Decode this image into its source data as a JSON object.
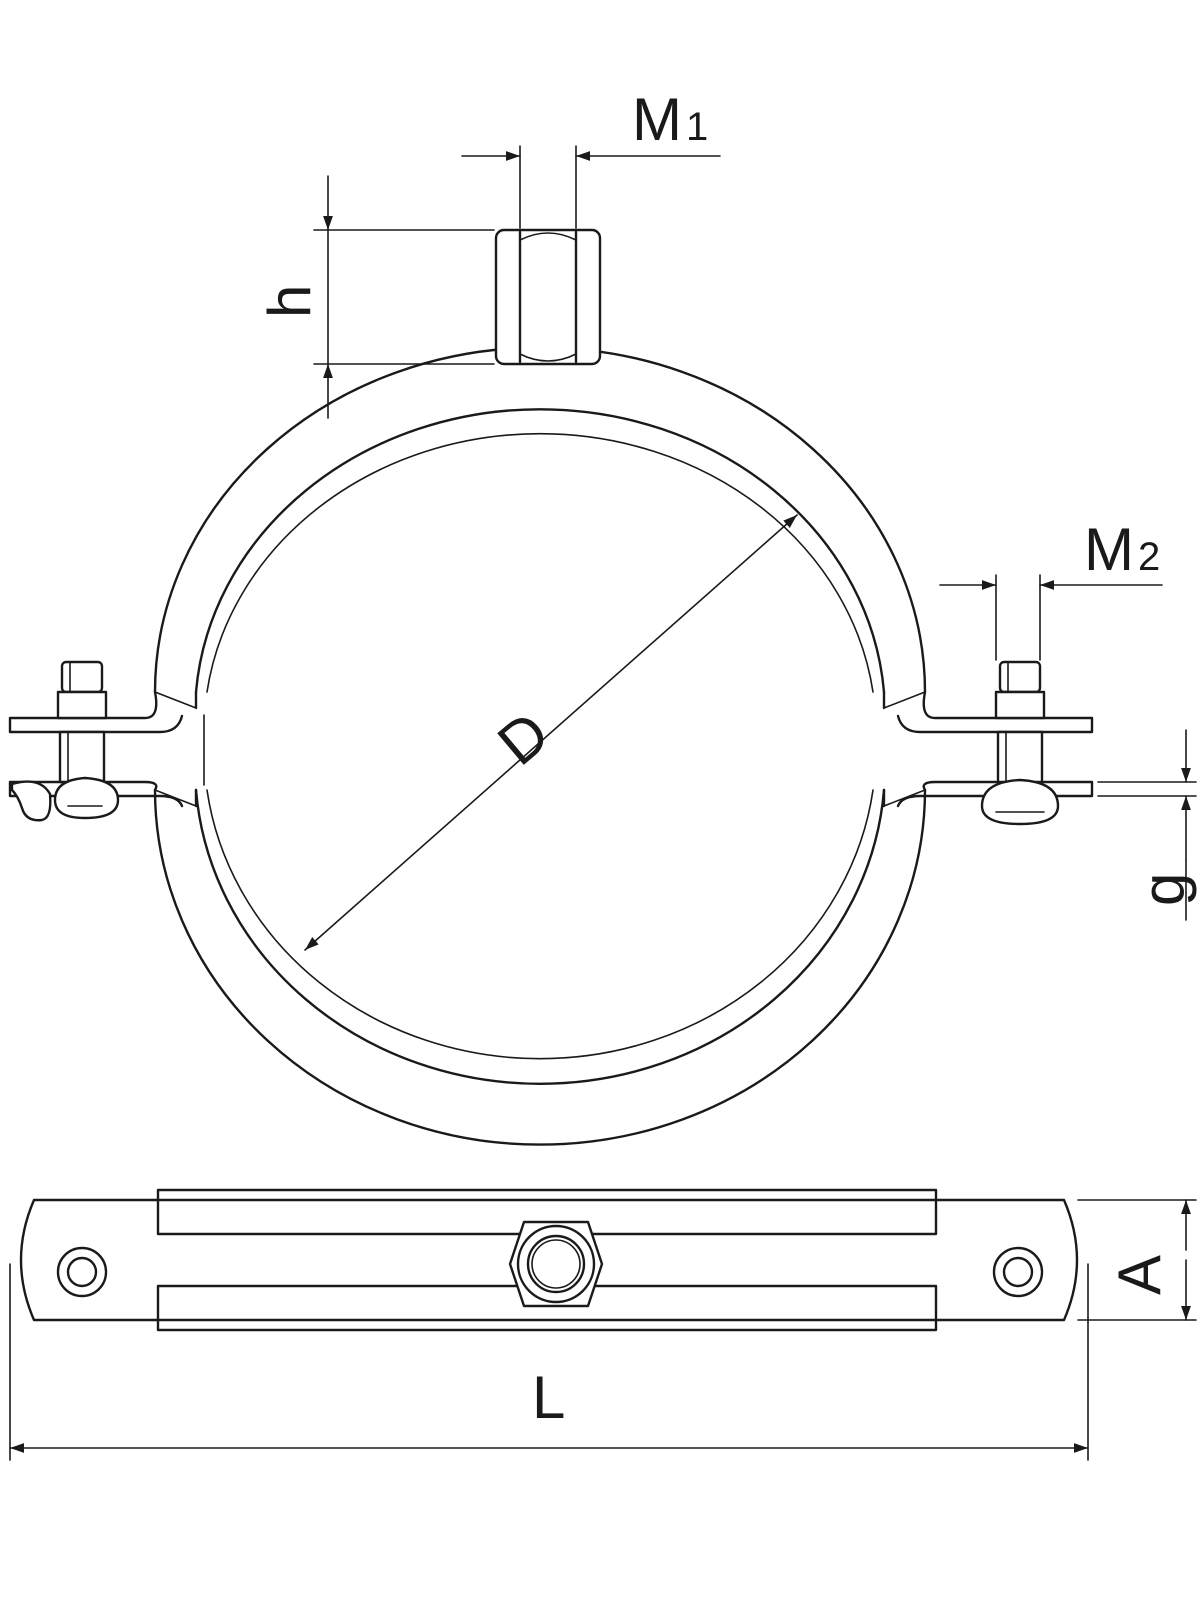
{
  "labels": {
    "m1": "M",
    "m1_sub": "1",
    "m2": "M",
    "m2_sub": "2",
    "h": "h",
    "d": "D",
    "g": "g",
    "a": "A",
    "l": "L"
  }
}
